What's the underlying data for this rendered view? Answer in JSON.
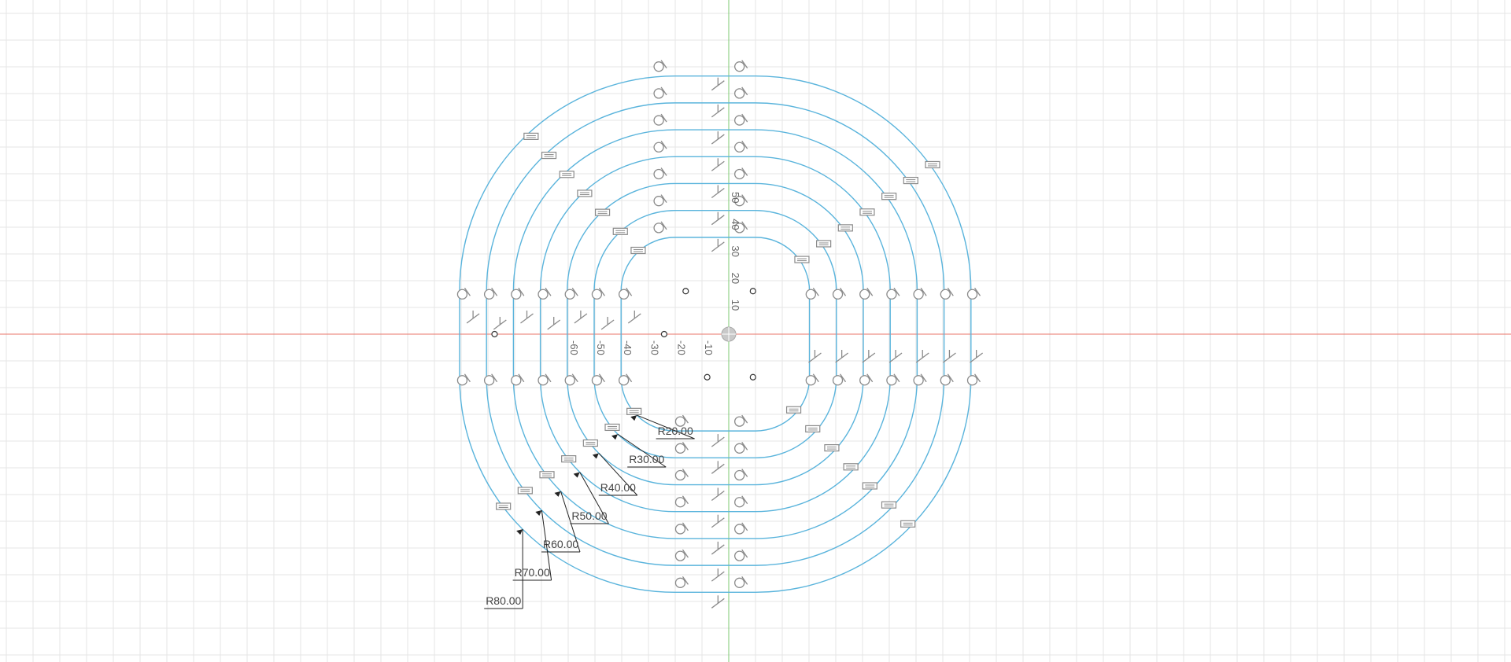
{
  "sketch": {
    "colors": {
      "background": "#ffffff",
      "grid_minor": "#e6e6e6",
      "grid_major": "#d4d4d4",
      "x_axis": "#e8756a",
      "y_axis": "#7cc870",
      "profile": "#5ab4dc",
      "dimension": "#222222",
      "constraint": "#8a8a8a"
    },
    "axis_ticks": {
      "x": [
        "-60",
        "-50",
        "-40",
        "-30",
        "-20",
        "-10"
      ],
      "y": [
        "10",
        "20",
        "30",
        "40",
        "50"
      ]
    },
    "profiles": [
      {
        "radius": 20
      },
      {
        "radius": 30
      },
      {
        "radius": 40
      },
      {
        "radius": 50
      },
      {
        "radius": 60
      },
      {
        "radius": 70
      },
      {
        "radius": 80
      }
    ],
    "dimensions": [
      {
        "label": "R20.00",
        "radius": 20
      },
      {
        "label": "R30.00",
        "radius": 30
      },
      {
        "label": "R40.00",
        "radius": 40
      },
      {
        "label": "R50.00",
        "radius": 50
      },
      {
        "label": "R60.00",
        "radius": 60
      },
      {
        "label": "R70.00",
        "radius": 70
      },
      {
        "label": "R80.00",
        "radius": 80
      }
    ]
  }
}
